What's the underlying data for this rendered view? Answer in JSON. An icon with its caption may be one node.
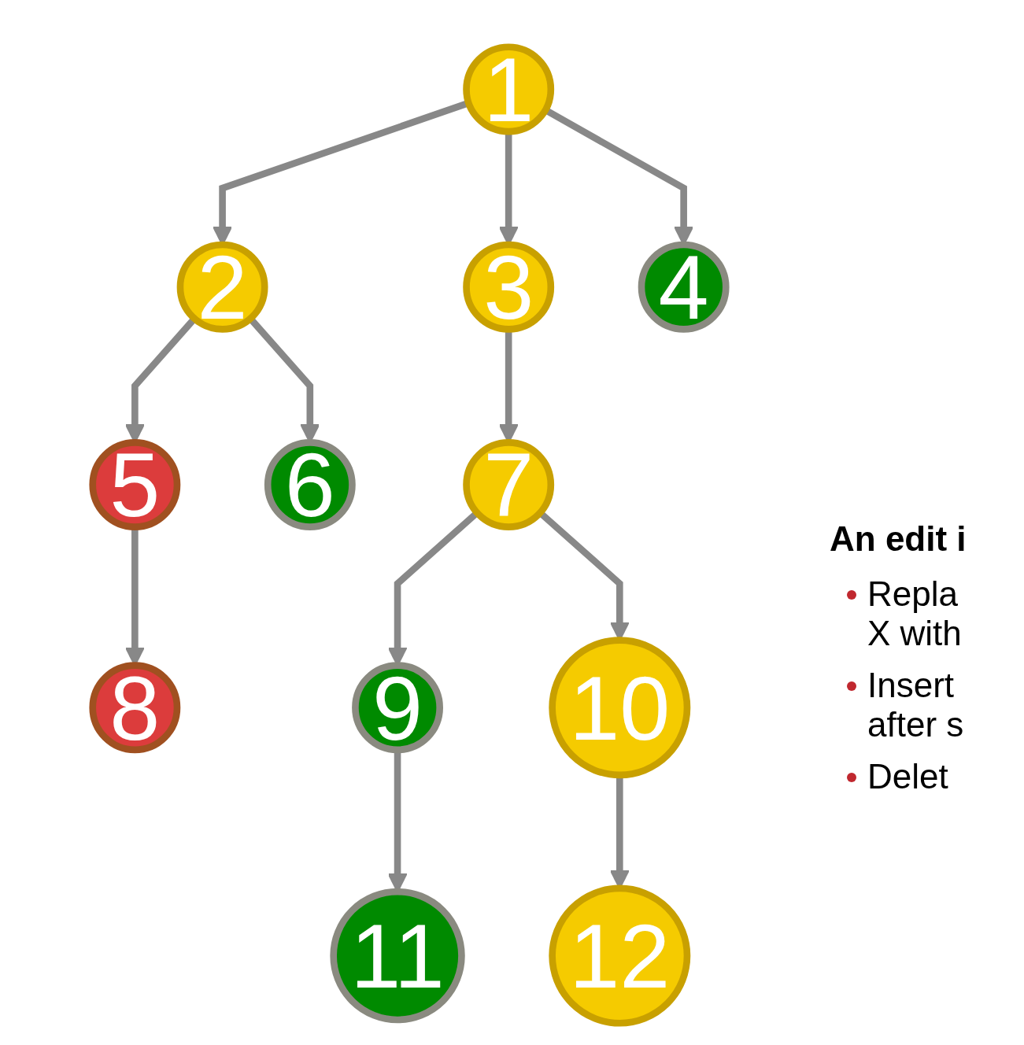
{
  "diagram": {
    "nodes": [
      {
        "text": [
          "1"
        ]
      },
      {
        "text": [
          "2"
        ]
      },
      {
        "text": [
          "3"
        ]
      },
      {
        "text": [
          "4"
        ]
      },
      {
        "text": [
          "5"
        ]
      },
      {
        "text": [
          "6"
        ]
      },
      {
        "text": [
          "7"
        ]
      },
      {
        "text": [
          "8"
        ]
      },
      {
        "text": [
          "9"
        ]
      },
      {
        "text": [
          "10"
        ]
      },
      {
        "text": [
          "11"
        ]
      },
      {
        "text": [
          "12"
        ]
      }
    ],
    "edges": [
      {
        "from": 0,
        "to": 1,
        "arrow": "to"
      },
      {
        "from": 0,
        "to": 2,
        "arrow": "to"
      },
      {
        "from": 0,
        "to": 3,
        "arrow": "to"
      },
      {
        "from": 1,
        "to": 4,
        "arrow": "to"
      },
      {
        "from": 1,
        "to": 5,
        "arrow": "to"
      },
      {
        "from": 2,
        "to": 6,
        "arrow": "to"
      },
      {
        "from": 4,
        "to": 7,
        "arrow": "to"
      },
      {
        "from": 6,
        "to": 8,
        "arrow": "to"
      },
      {
        "from": 6,
        "to": 9,
        "arrow": "to"
      },
      {
        "from": 8,
        "to": 10,
        "arrow": "to"
      },
      {
        "from": 9,
        "to": 11,
        "arrow": "to"
      }
    ],
    "labels": [
      "An edit i",
      "Repla X with",
      "Insert after s",
      "Delet"
    ]
  }
}
